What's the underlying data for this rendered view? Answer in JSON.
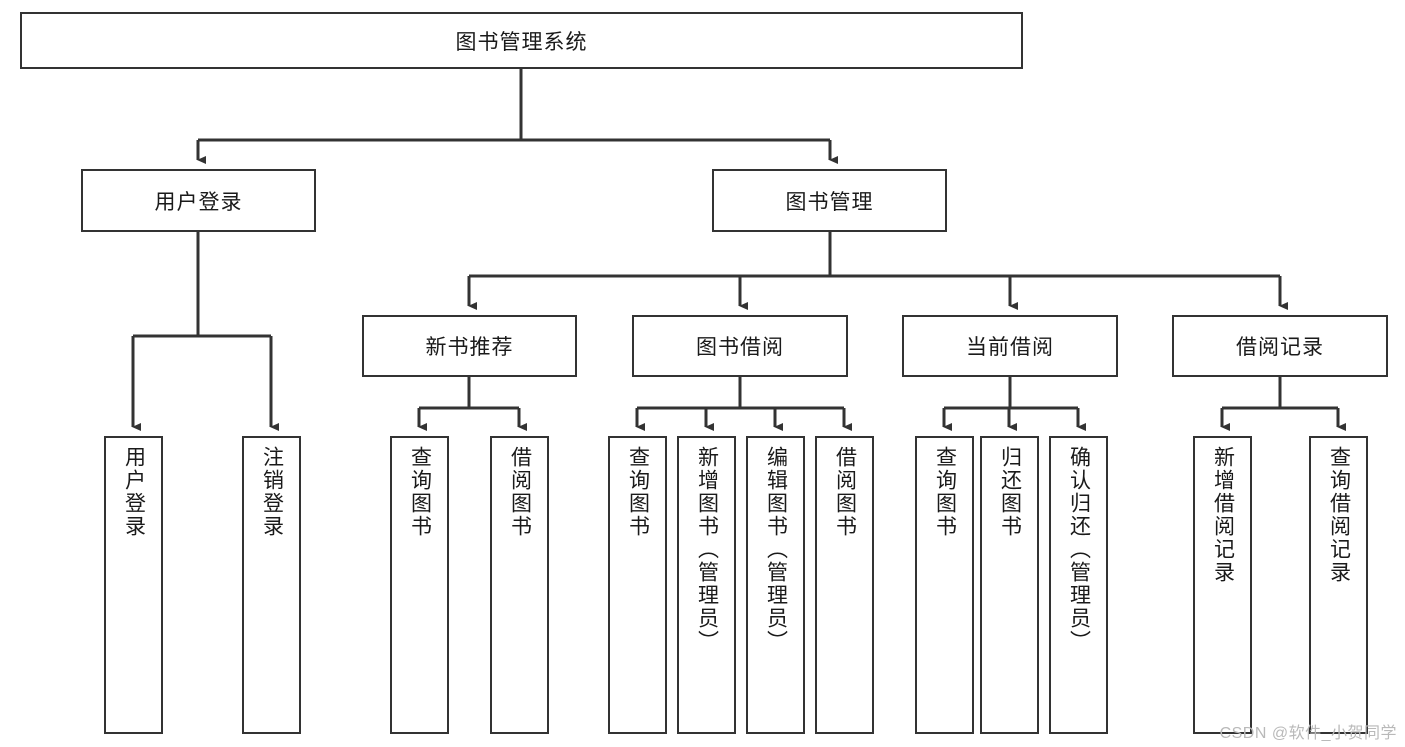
{
  "diagram": {
    "type": "tree-hierarchy",
    "title_node": {
      "label": "图书管理系统"
    },
    "level1": [
      {
        "key": "user_login",
        "label": "用户登录"
      },
      {
        "key": "book_manage",
        "label": "图书管理"
      }
    ],
    "level2": [
      {
        "key": "new_book_rec",
        "label": "新书推荐",
        "parent": "book_manage"
      },
      {
        "key": "book_borrow",
        "label": "图书借阅",
        "parent": "book_manage"
      },
      {
        "key": "current_borrow",
        "label": "当前借阅",
        "parent": "book_manage"
      },
      {
        "key": "borrow_record",
        "label": "借阅记录",
        "parent": "book_manage"
      }
    ],
    "leaves": [
      {
        "key": "leaf_user_login",
        "label": "用户登录",
        "parent": "user_login"
      },
      {
        "key": "leaf_logout",
        "label": "注销登录",
        "parent": "user_login"
      },
      {
        "key": "leaf_query_book_rec",
        "label": "查询图书",
        "parent": "new_book_rec"
      },
      {
        "key": "leaf_borrow_book_rec",
        "label": "借阅图书",
        "parent": "new_book_rec"
      },
      {
        "key": "leaf_query_book_br",
        "label": "查询图书",
        "parent": "book_borrow"
      },
      {
        "key": "leaf_add_book",
        "label": "新增图书（管理员）",
        "parent": "book_borrow"
      },
      {
        "key": "leaf_edit_book",
        "label": "编辑图书（管理员）",
        "parent": "book_borrow"
      },
      {
        "key": "leaf_borrow_book_br",
        "label": "借阅图书",
        "parent": "book_borrow"
      },
      {
        "key": "leaf_query_book_cb",
        "label": "查询图书",
        "parent": "current_borrow"
      },
      {
        "key": "leaf_return_book",
        "label": "归还图书",
        "parent": "current_borrow"
      },
      {
        "key": "leaf_confirm_return",
        "label": "确认归还（管理员）",
        "parent": "current_borrow"
      },
      {
        "key": "leaf_add_record",
        "label": "新增借阅记录",
        "parent": "borrow_record"
      },
      {
        "key": "leaf_query_record",
        "label": "查询借阅记录",
        "parent": "borrow_record"
      }
    ]
  },
  "watermark": {
    "text": "CSDN @软件_小贺同学"
  },
  "colors": {
    "stroke": "#333333",
    "background": "#ffffff",
    "text": "#1a1a1a",
    "watermark": "#b9b9b9"
  }
}
